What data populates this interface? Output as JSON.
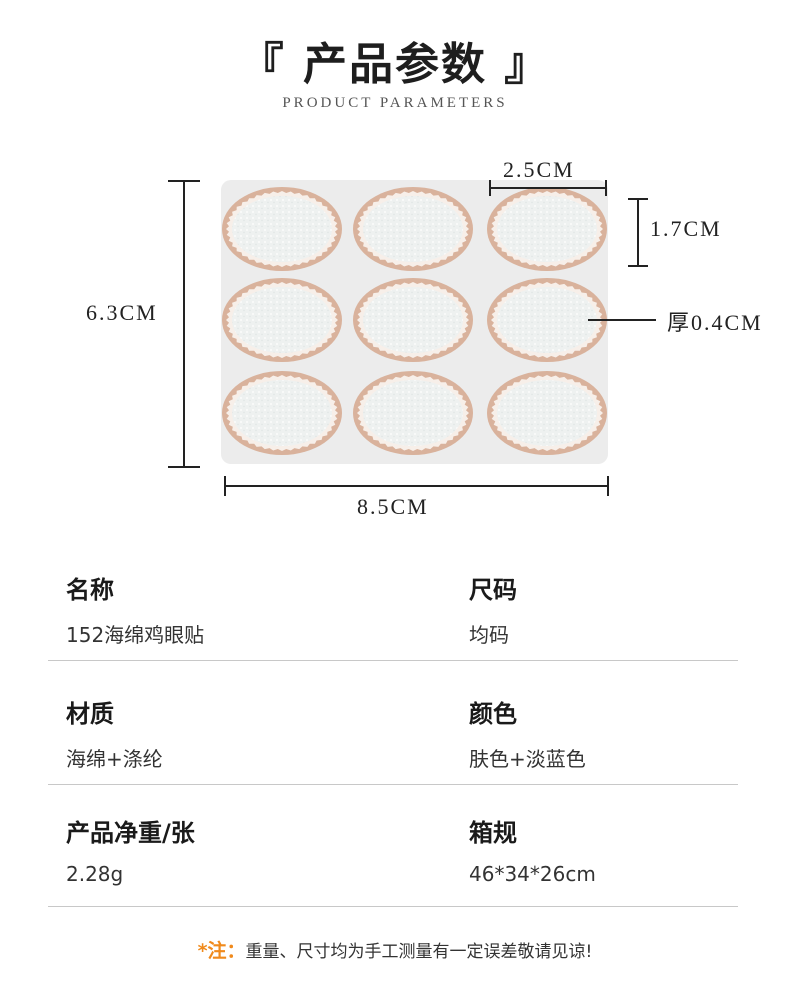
{
  "header": {
    "title": "『 产品参数 』",
    "subtitle": "PRODUCT PARAMETERS"
  },
  "dimensions": {
    "width": "2.5CM",
    "height": "1.7CM",
    "thickness": "厚0.4CM",
    "sheet_height": "6.3CM",
    "sheet_width": "8.5CM"
  },
  "product_image": {
    "pad_color": "#f2f4f3",
    "rim_color": "#d9b29c",
    "sheet_color": "#ececec"
  },
  "specs": [
    {
      "left_label": "名称",
      "left_value": "152海绵鸡眼贴",
      "right_label": "尺码",
      "right_value": "均码"
    },
    {
      "left_label": "材质",
      "left_value": "海绵+涤纶",
      "right_label": "颜色",
      "right_value": "肤色+淡蓝色"
    },
    {
      "left_label": "产品净重/张",
      "left_value": "2.28g",
      "right_label": "箱规",
      "right_value": "46*34*26cm"
    }
  ],
  "note": {
    "prefix": "*注：",
    "text": "重量、尺寸均为手工测量有一定误差敬请见谅!"
  }
}
